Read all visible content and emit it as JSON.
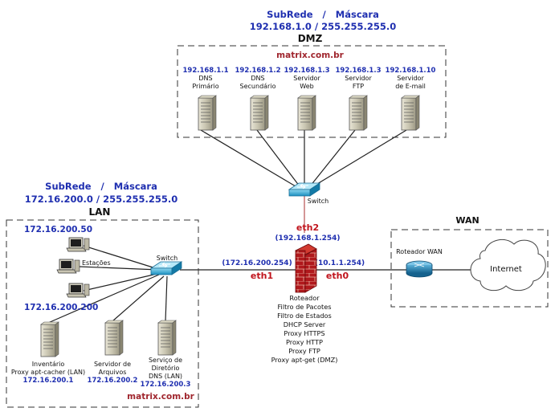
{
  "dmz": {
    "subnet_heading": "SubRede   /   Máscara",
    "subnet_value": "192.168.1.0 / 255.255.255.0",
    "label": "DMZ",
    "domain": "matrix.com.br",
    "servers": [
      {
        "ip": "192.168.1.1",
        "name1": "DNS",
        "name2": "Primário"
      },
      {
        "ip": "192.168.1.2",
        "name1": "DNS",
        "name2": "Secundário"
      },
      {
        "ip": "192.168.1.3",
        "name1": "Servidor",
        "name2": "Web"
      },
      {
        "ip": "192.168.1.3",
        "name1": "Servidor",
        "name2": "FTP"
      },
      {
        "ip": "192.168.1.10",
        "name1": "Servidor",
        "name2": "de E-mail"
      }
    ],
    "switch_label": "Switch"
  },
  "lan": {
    "subnet_heading": "SubRede   /   Máscara",
    "subnet_value": "172.16.200.0 / 255.255.255.0",
    "label": "LAN",
    "ip_top": "172.16.200.50",
    "ip_bottom": "172.16.200.200",
    "stations_label": "Estações",
    "switch_label": "Switch",
    "domain": "matrix.com.br",
    "servers": [
      {
        "line1": "Inventário",
        "line2": "Proxy apt-cacher (LAN)",
        "ip": "172.16.200.1"
      },
      {
        "line1": "Servidor de",
        "line2": "Arquivos",
        "ip": "172.16.200.2"
      },
      {
        "line1": "Serviço de",
        "line2": "Diretório",
        "line3": "DNS (LAN)",
        "ip": "172.16.200.3"
      }
    ]
  },
  "router": {
    "eth2": "eth2",
    "eth2_ip": "(192.168.1.254)",
    "eth1": "eth1",
    "eth1_ip": "(172.16.200.254)",
    "eth0": "eth0",
    "eth0_ip": "(10.1.1.254)",
    "roles": [
      "Roteador",
      "Filtro de Pacotes",
      "Filtro de Estados",
      "DHCP Server",
      "Proxy HTTPS",
      "Proxy HTTP",
      "Proxy FTP",
      "Proxy apt-get (DMZ)"
    ]
  },
  "wan": {
    "label": "WAN",
    "router_label": "Roteador WAN",
    "internet_label": "Internet"
  }
}
